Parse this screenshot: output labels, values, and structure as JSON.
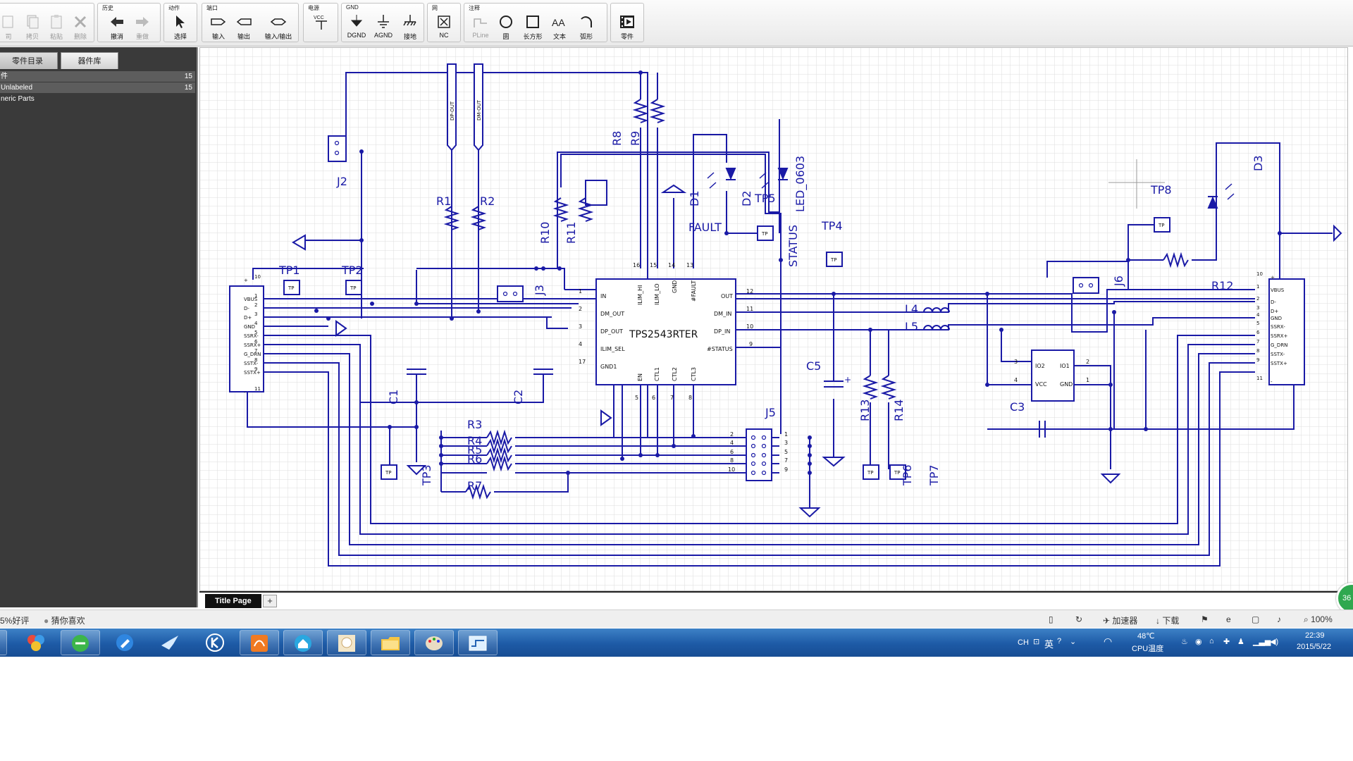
{
  "toolbar": {
    "groups": {
      "edit_partial": {
        "items": [
          "司",
          "拷贝",
          "粘贴",
          "删除"
        ]
      },
      "history": {
        "title": "历史",
        "items": [
          "撤消",
          "重做"
        ]
      },
      "action": {
        "title": "动作",
        "items": [
          "选择"
        ]
      },
      "port": {
        "title": "端口",
        "items": [
          "输入",
          "输出",
          "输入/输出"
        ]
      },
      "power": {
        "title": "电源",
        "items": [
          "VCC"
        ]
      },
      "gnd": {
        "title": "GND",
        "items": [
          "DGND",
          "AGND",
          "接地"
        ]
      },
      "net": {
        "title": "网",
        "items": [
          "NC"
        ]
      },
      "annotation": {
        "title": "注释",
        "items": [
          "PLine",
          "圆",
          "长方形",
          "文本",
          "弧形"
        ]
      },
      "parts": {
        "items": [
          "零件"
        ]
      }
    },
    "vcc_glyph": "VCC",
    "text_glyph": "AA"
  },
  "left_panel": {
    "tabs": [
      "零件目录",
      "器件库"
    ],
    "active_tab": 1,
    "tree": [
      {
        "label": "件",
        "count": "15"
      },
      {
        "label": "Unlabeled",
        "count": "15"
      },
      {
        "label": "neric Parts",
        "count": ""
      }
    ]
  },
  "schematic": {
    "ic_main": {
      "name": "TPS2543RTER",
      "pins_left": [
        "IN",
        "DM_OUT",
        "DP_OUT",
        "ILIM_SEL",
        "GND1"
      ],
      "pins_left_nums": [
        "1",
        "2",
        "3",
        "4",
        "17"
      ],
      "pins_top": [
        "ILIM_HI",
        "ILIM_LO",
        "GND",
        "#FAULT"
      ],
      "pins_top_nums": [
        "16",
        "15",
        "14",
        "13"
      ],
      "pins_right": [
        "OUT",
        "DM_IN",
        "DP_IN",
        "#STATUS"
      ],
      "pins_right_nums": [
        "12",
        "11",
        "10",
        "9"
      ],
      "pins_bottom": [
        "EN",
        "CTL1",
        "CTL2",
        "CTL3"
      ],
      "pins_bottom_nums": [
        "5",
        "6",
        "7",
        "8"
      ]
    },
    "usb_left": {
      "pins": [
        "+",
        "VBUS",
        "D-",
        "D+",
        "GND",
        "SSRX-",
        "SSRX+",
        "G_DRN",
        "SSTX-",
        "SSTX+",
        "-"
      ],
      "nums": [
        "10",
        "1",
        "2",
        "3",
        "4",
        "5",
        "6",
        "7",
        "8",
        "9",
        "11"
      ]
    },
    "usb_right": {
      "pins": [
        "+",
        "VBUS",
        "D-",
        "D+",
        "GND",
        "SSRX-",
        "SSRX+",
        "G_DRN",
        "SSTX-",
        "SSTX+",
        "-"
      ],
      "nums": [
        "10",
        "1",
        "2",
        "3",
        "4",
        "5",
        "6",
        "7",
        "8",
        "9",
        "11"
      ]
    },
    "ic_c3": {
      "pins_left": [
        "IO2",
        "VCC"
      ],
      "pins_left_nums": [
        "3",
        "4"
      ],
      "pins_right": [
        "IO1",
        "GND"
      ],
      "pins_right_nums": [
        "2",
        "1"
      ]
    },
    "j5_nums_left": [
      "2",
      "4",
      "6",
      "8",
      "10"
    ],
    "j5_nums_right": [
      "1",
      "3",
      "5",
      "7",
      "9"
    ],
    "net_labels": {
      "dp_out": "DP-OUT",
      "dm_out": "DM-OUT",
      "fault": "FAULT",
      "status": "STATUS",
      "led": "LED_0603"
    },
    "refdes": {
      "J2": "J2",
      "J3": "J3",
      "J5": "J5",
      "J6": "J6",
      "R1": "R1",
      "R2": "R2",
      "R3": "R3",
      "R4": "R4",
      "R5": "R5",
      "R6": "R6",
      "R7": "R7",
      "R8": "R8",
      "R9": "R9",
      "R10": "R10",
      "R11": "R11",
      "R12": "R12",
      "R13": "R13",
      "R14": "R14",
      "C1": "C1",
      "C2": "C2",
      "C3": "C3",
      "C5": "C5",
      "D1": "D1",
      "D2": "D2",
      "D3": "D3",
      "L4": "L4",
      "L5": "L5",
      "TP1": "TP1",
      "TP2": "TP2",
      "TP3": "TP3",
      "TP4": "TP4",
      "TP5": "TP5",
      "TP6": "TP6",
      "TP7": "TP7",
      "TP8": "TP8"
    },
    "tp_label": "TP"
  },
  "page_tabs": {
    "tabs": [
      "Title Page"
    ],
    "add": "+"
  },
  "badge": "36",
  "status_bar": {
    "left_text": "5%好评",
    "guess": "猜你喜欢",
    "accel": "加速器",
    "download": "下载",
    "zoom": "100%"
  },
  "tray": {
    "lang": "CH",
    "ime": "英",
    "temp": "48℃",
    "temp_label": "CPU温度",
    "time": "22:39",
    "date": "2015/5/22"
  },
  "colors": {
    "wire": "#1a1aa6",
    "label": "#1a1aa6",
    "grid": "#dcdcdc",
    "taskbar": "#2a68b1",
    "panel": "#3a3a3a"
  }
}
